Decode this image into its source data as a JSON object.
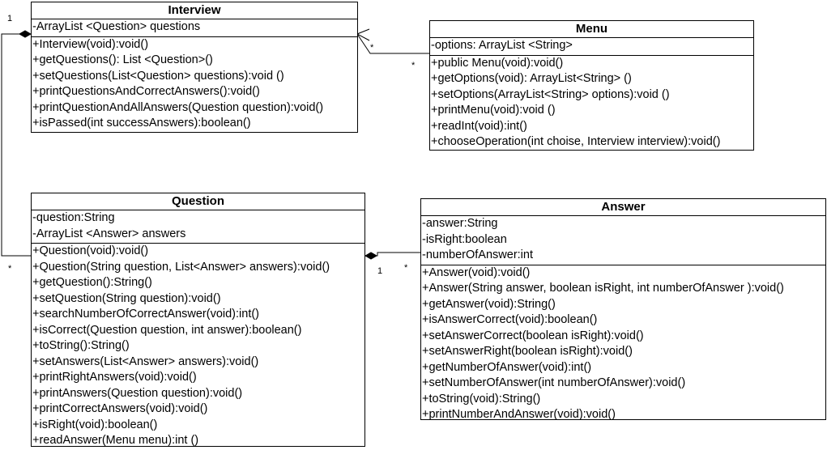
{
  "classes": {
    "interview": {
      "name": "Interview",
      "attributes": [
        "-ArrayList <Question> questions"
      ],
      "methods": [
        "+Interview(void):void()",
        "+getQuestions(): List <Question>()",
        "+setQuestions(List<Question> questions):void ()",
        "+printQuestionsAndCorrectAnswers():void()",
        "+printQuestionAndAllAnswers(Question question):void()",
        "+isPassed(int successAnswers):boolean()"
      ]
    },
    "menu": {
      "name": "Menu",
      "attributes": [
        "-options: ArrayList <String>"
      ],
      "methods": [
        "+public Menu(void):void()",
        "+getOptions(void): ArrayList<String> ()",
        "+setOptions(ArrayList<String> options):void ()",
        "+printMenu(void):void ()",
        "+readInt(void):int()",
        "+chooseOperation(int choise, Interview interview):void()"
      ]
    },
    "question": {
      "name": "Question",
      "attributes": [
        "-question:String",
        "-ArrayList <Answer> answers"
      ],
      "methods": [
        "+Question(void):void()",
        "+Question(String question, List<Answer> answers):void()",
        "+getQuestion():String()",
        "+setQuestion(String question):void()",
        "+searchNumberOfCorrectAnswer(void):int()",
        "+isCorrect(Question question, int answer):boolean()",
        "+toString():String()",
        "+setAnswers(List<Answer> answers):void()",
        "+printRightAnswers(void):void()",
        "+printAnswers(Question question):void()",
        "+printCorrectAnswers(void):void()",
        "+isRight(void):boolean()",
        "+readAnswer(Menu menu):int ()"
      ]
    },
    "answer": {
      "name": "Answer",
      "attributes": [
        "-answer:String",
        "-isRight:boolean",
        "-numberOfAnswer:int"
      ],
      "methods": [
        "+Answer(void):void()",
        "+Answer(String answer, boolean isRight, int numberOfAnswer ):void()",
        "+getAnswer(void):String()",
        "+isAnswerCorrect(void):boolean()",
        "+setAnswerCorrect(boolean isRight):void()",
        "+setAnswerRight(boolean isRight):void()",
        "+getNumberOfAnswer(void):int()",
        "+setNumberOfAnswer(int numberOfAnswer):void()",
        "+toString(void):String()",
        "+printNumberAndAnswer(void):void()"
      ]
    }
  },
  "multiplicities": {
    "interview_end": "1",
    "question_end_left": "*",
    "menu_arrow_star": "*",
    "menu_end": "*",
    "question_answer_one": "1",
    "answer_end": "*"
  }
}
